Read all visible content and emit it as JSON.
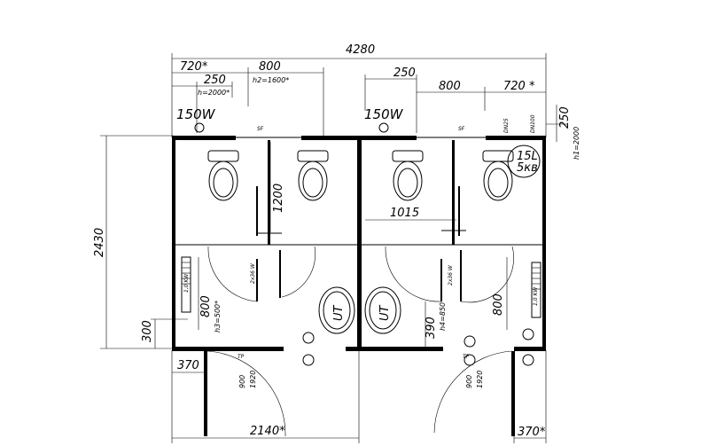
{
  "dimensions": {
    "overall_width": "4280",
    "overall_height": "2430",
    "top_left_720": "720*",
    "top_left_800": "800",
    "top_left_250": "250",
    "h2000_left": "h=2000*",
    "h2_1600": "h2=1600*",
    "top_right_250": "250",
    "top_right_800": "800",
    "top_right_720": "720 *",
    "right_250": "250",
    "h1_2000": "h1=2000",
    "dim_1200": "1200",
    "dim_1015": "1015",
    "dim_800_left": "800",
    "h3_500": "h3=500*",
    "dim_300": "300",
    "dim_390": "390",
    "h4_850": "h4=850",
    "dim_800_right": "800",
    "dim_370_left": "370",
    "dim_2140": "2140*",
    "dim_370_right": "370*",
    "door_900_left": "900",
    "door_1920_left": "1920",
    "door_900_right": "900",
    "door_1920_right": "1920"
  },
  "labels": {
    "power_left": "150W",
    "power_right": "150W",
    "sf_left": "SF",
    "sf_right": "SF",
    "dn25": "DN25",
    "dn100": "DN100",
    "boiler_line1": "15L",
    "boiler_line2": "5кв",
    "heater_left": "1,0 KW",
    "heater_right": "1,0 KW",
    "lamp_left": "2x36 W",
    "lamp_right": "2x36 W",
    "urinal_left": "UT",
    "urinal_right": "UT",
    "tp_left": "TP",
    "tp_right": "TP"
  }
}
